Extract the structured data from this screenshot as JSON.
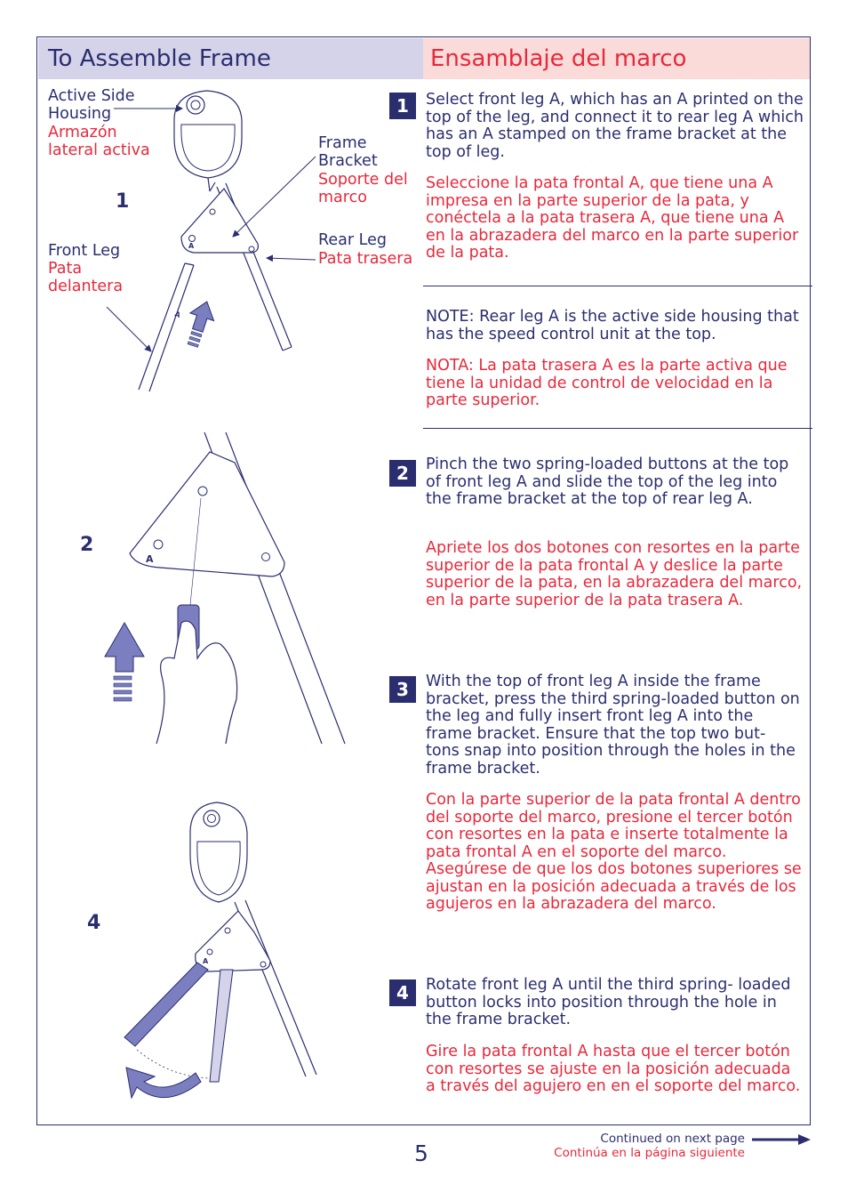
{
  "header": {
    "title_en": "To Assemble Frame",
    "title_es": "Ensamblaje del marco"
  },
  "figure1": {
    "number": "1",
    "labels": {
      "active_side_housing_en": "Active Side\nHousing",
      "active_side_housing_es": "Armazón\nlateral activa",
      "frame_bracket_en": "Frame\nBracket",
      "frame_bracket_es": "Soporte del\nmarco",
      "rear_leg_en": "Rear Leg",
      "rear_leg_es": "Pata trasera",
      "front_leg_en": "Front Leg",
      "front_leg_es": "Pata\ndelantera"
    },
    "leg_marking": "A"
  },
  "figure2": {
    "number": "2",
    "leg_marking": "A"
  },
  "figure4": {
    "number": "4",
    "leg_marking": "A"
  },
  "steps": [
    {
      "number": "1",
      "en": "Select front leg A, which has an A printed on the top of the leg, and connect it to rear leg A which has an A stamped on the frame bracket at the top of leg.",
      "es": "Seleccione la pata frontal A, que tiene una A impresa en la parte superior de la pata, y conéctela a la pata trasera A, que tiene una A en la abrazadera del marco en la parte superior de la pata."
    },
    {
      "number": "2",
      "en": "Pinch the two spring-loaded buttons at the top of front leg A and slide the top of the leg into the frame bracket at the top of rear leg A.",
      "es": "Apriete los dos botones con resortes en la parte superior de la pata frontal A y deslice la parte superior de la pata, en la abrazadera del marco, en la parte superior de la pata trasera A."
    },
    {
      "number": "3",
      "en": "With the top of front leg A inside the frame bracket, press the third spring-loaded button on the leg and fully insert front leg A into the frame bracket. Ensure that the top two but- tons snap into position through the holes in the frame bracket.",
      "es": "Con la parte superior de la pata frontal A dentro del soporte del marco, presione el tercer botón con resortes en la pata e inserte totalmente la pata frontal A en el soporte del marco. Asegúrese de que los dos botones superiores se ajustan en la posición adecuada a través de los agujeros en la abrazadera del marco."
    },
    {
      "number": "4",
      "en": "Rotate front leg A until the third spring- loaded button locks into position through the hole in the frame bracket.",
      "es": "Gire la pata frontal A hasta que el tercer botón con resortes se ajuste en la posición adecuada a través del agujero en en el soporte del marco."
    }
  ],
  "note": {
    "label_en": "NOTE:",
    "text_en": " Rear leg A is the active side housing that has the speed control unit at the top.",
    "label_es": "NOTA:",
    "text_es": " La pata trasera A es la parte activa que tiene la unidad de control de velocidad en la parte superior."
  },
  "footer": {
    "page_number": "5",
    "continued_en": "Continued on next page",
    "continued_es": "Continúa en la página siguiente"
  },
  "colors": {
    "navy": "#2b2e6e",
    "red": "#e8283a",
    "header_left_bg": "#d4d3ea",
    "header_right_bg": "#fadbd9",
    "arrow_fill": "#7b7fbf"
  }
}
